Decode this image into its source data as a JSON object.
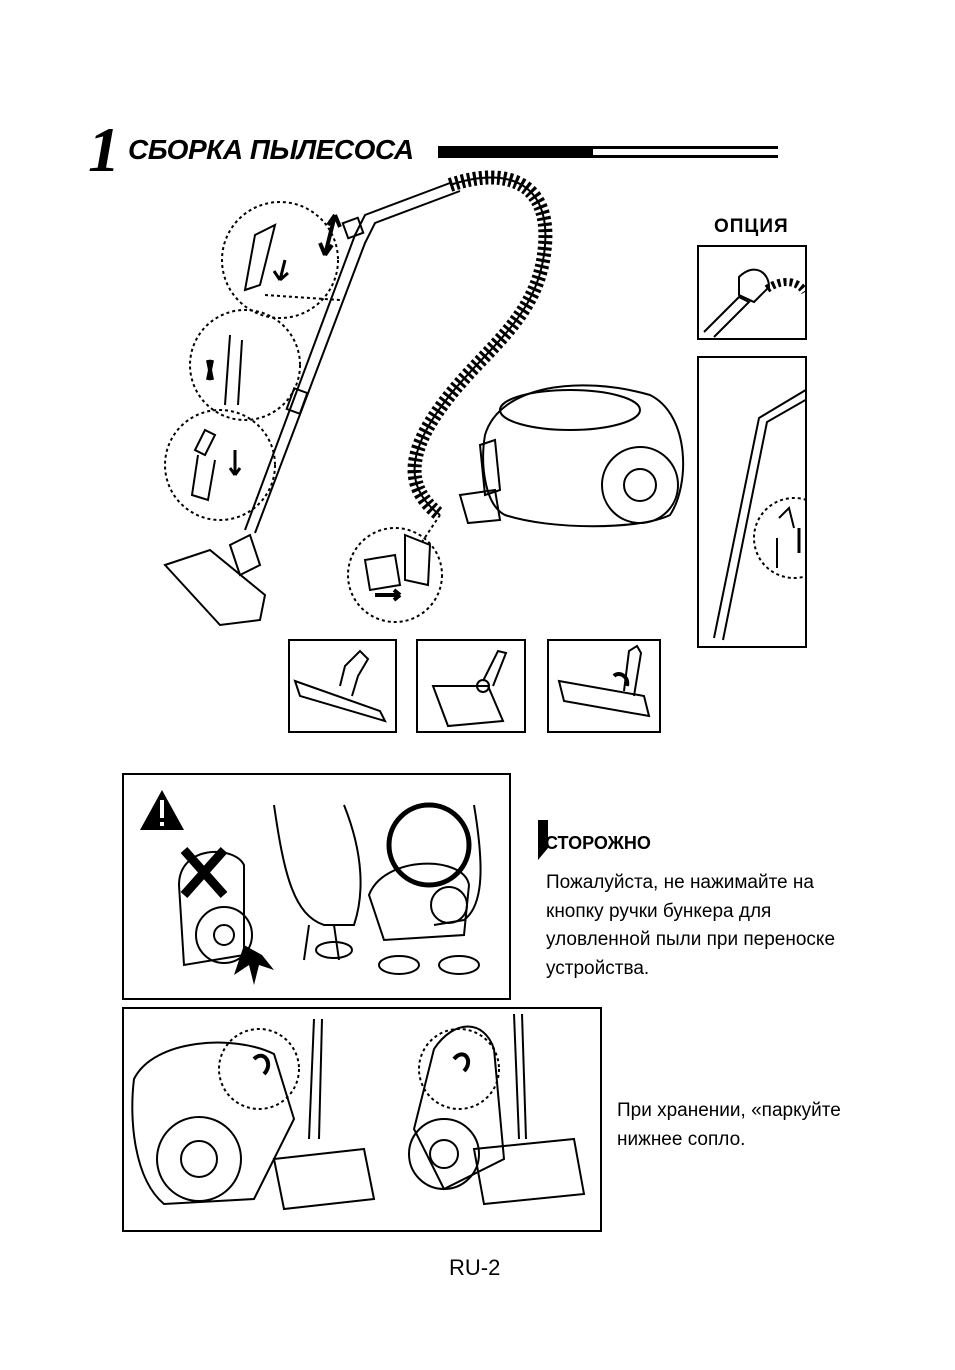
{
  "header": {
    "section_number": "1",
    "section_title": "СБОРКА ПЫЛЕСОСА"
  },
  "option": {
    "label": "ОПЦИЯ"
  },
  "caution": {
    "title": "СТОРОЖНО",
    "text": "Пожалуйста, не нажимайте на кнопку ручки бункера для уловленной пыли при переноске устройства."
  },
  "storage": {
    "text": "При хранении, «паркуйте нижнее сопло."
  },
  "footer": {
    "page_number": "RU-2"
  },
  "icons": [
    "vacuum-assembly-illustration",
    "warning-triangle-icon",
    "cross-mark-icon",
    "nozzle-icon",
    "hose-handle-icon",
    "parking-illustration"
  ]
}
